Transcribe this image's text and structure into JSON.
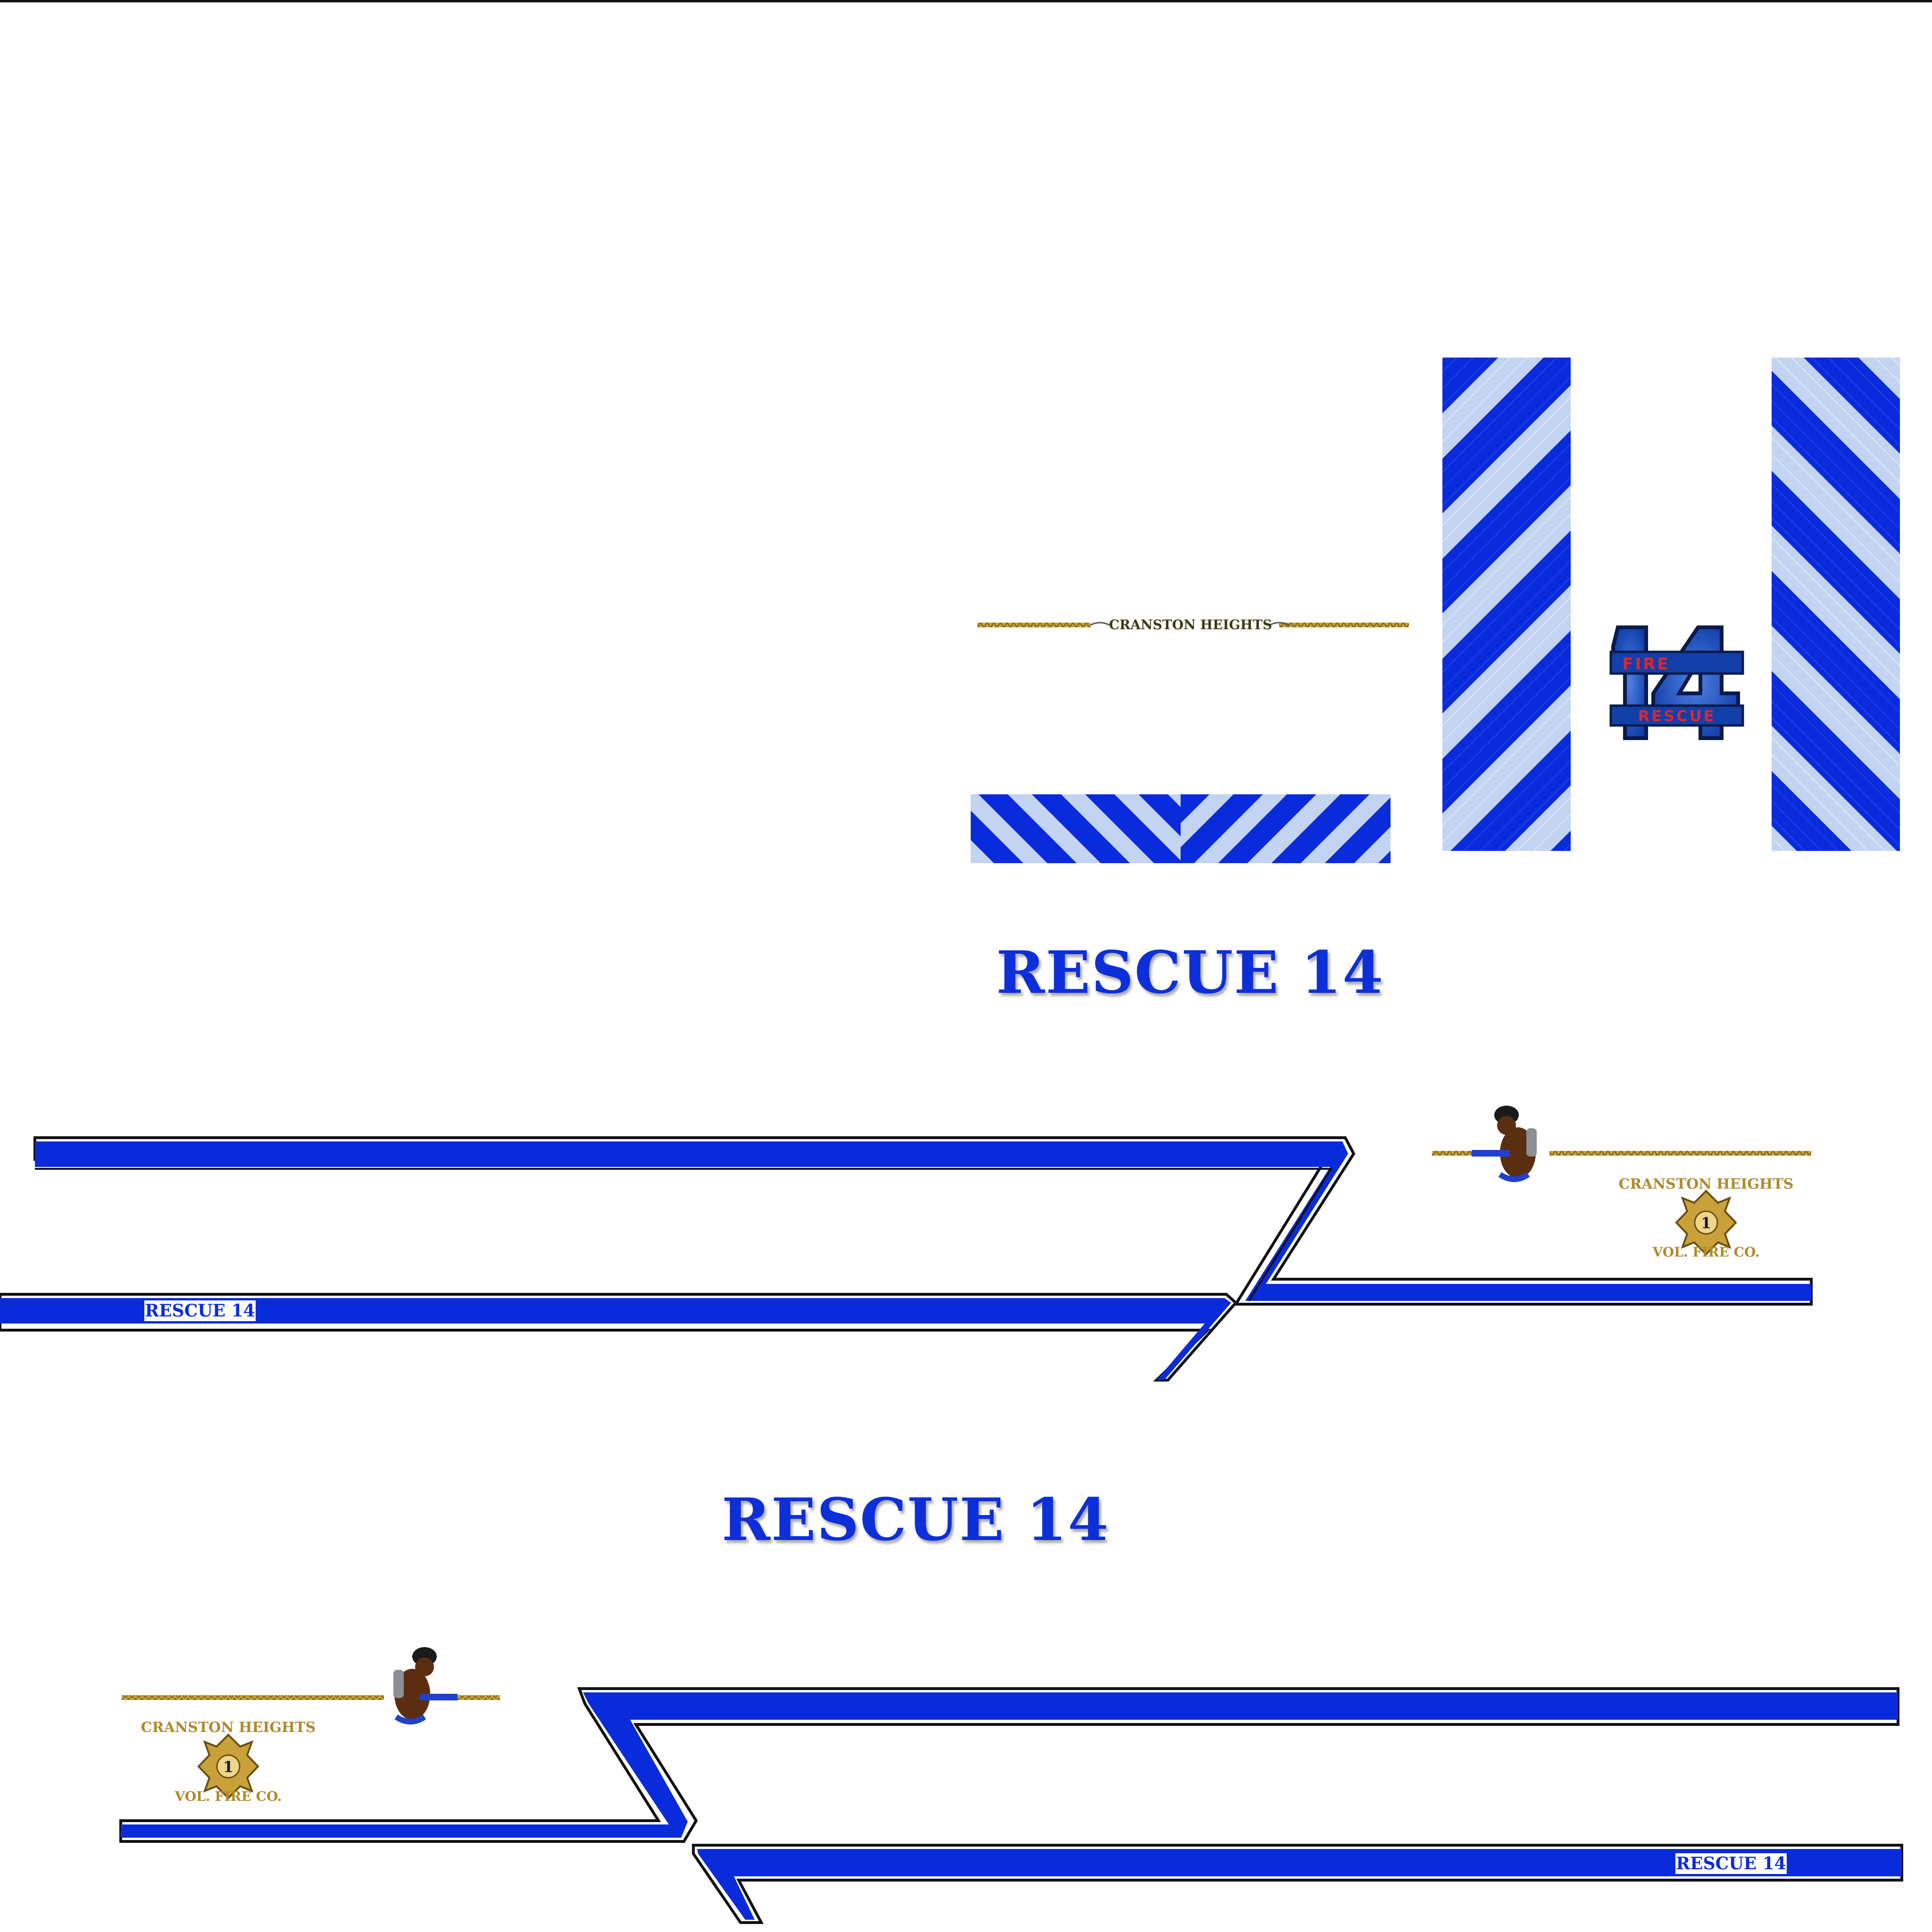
{
  "livery": {
    "unit_title": "RESCUE 14",
    "stripe_label": "RESCUE 14",
    "company_top": "CRANSTON HEIGHTS",
    "company_bottom": "VOL. FIRE CO.",
    "header_text": "CRANSTON HEIGHTS",
    "badge_number": "1",
    "emblem_number": "14",
    "emblem_top": "FIRE",
    "emblem_bottom": "RESCUE"
  },
  "colors": {
    "stripe_blue": "#0a2bdc",
    "chevron_light": "#c3d3f2",
    "outline": "#111111",
    "gold": "#b08a2a",
    "title_blue": "#0d2fd9",
    "emblem_red": "#e0252b"
  }
}
